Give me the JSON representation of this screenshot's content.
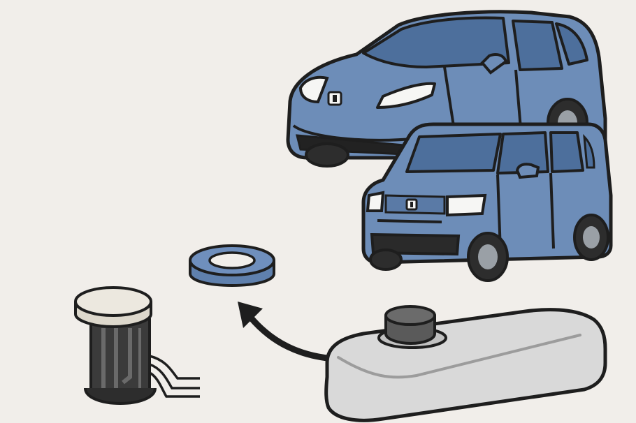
{
  "scene": {
    "background": "#f1eeea",
    "outline_color": "#1e1e1e",
    "car_color": "#6d8db8",
    "car_dark": "#4d6f9c",
    "glass_color": "#5f7ea8",
    "tank_color": "#d9d9d9",
    "pump_color": "#3b3b3b",
    "cap_color": "#ece8df",
    "ring_color": "#6f8fbd"
  },
  "icons": {
    "minivan": "minivan-illustration",
    "kei_car": "kei-car-illustration",
    "seal_ring": "fuel-tank-seal-ring",
    "arrow": "curved-arrow",
    "tank": "fuel-tank",
    "pump": "fuel-pump-assembly"
  }
}
